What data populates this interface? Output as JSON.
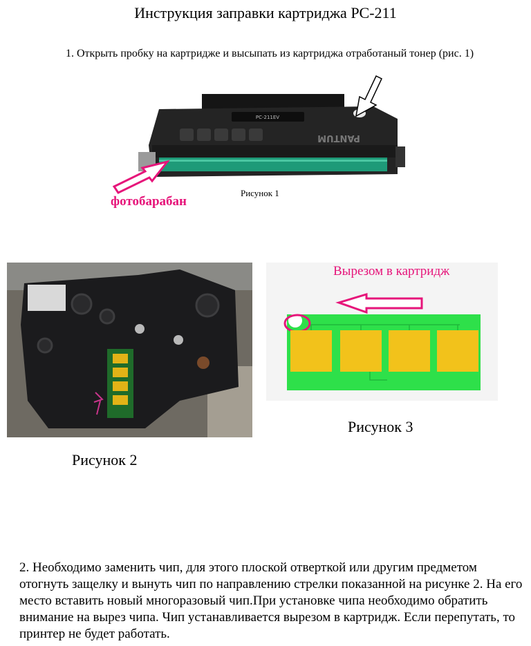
{
  "document": {
    "title": "Инструкция заправки картриджа PC-211",
    "step1": "1. Открыть пробку на картридже и высыпать из картриджа отработаный тонер (рис. 1)",
    "step2": "2. Необходимо заменить чип, для этого плоской отверткой или другим предметом отогнуть защелку и вынуть чип по направлению стрелки показанной на рисунке 2. На его место вставить новый многоразовый чип.При установке чипа необходимо обратить внимание на вырез чипа. Чип устанавливается вырезом в картридж. Если перепутать, то принтер не будет работать."
  },
  "figure1": {
    "caption": "Рисунок 1",
    "drum_label": "фотобарабан",
    "cartridge_model_text": "PC-211EV",
    "brand_text": "PANTUM"
  },
  "figure2": {
    "caption": "Рисунок 2"
  },
  "figure3": {
    "caption": "Рисунок 3",
    "note": "Вырезом в картридж"
  },
  "colors": {
    "accent_pink": "#e6157a",
    "chip_green": "#2ee04a",
    "contact_yellow": "#f2c21b",
    "cartridge_black": "#1c1c1c",
    "drum_green": "#1e9a78"
  }
}
